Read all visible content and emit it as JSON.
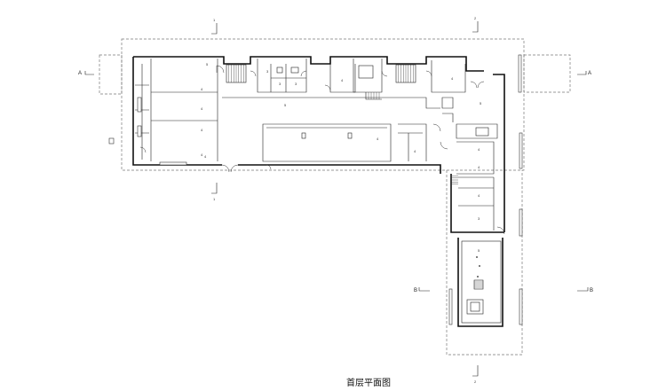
{
  "drawing": {
    "caption": "首层平面图",
    "section_marks": {
      "a_left": "A",
      "a_right": "A",
      "b_left": "B",
      "b_right": "B",
      "axis_1": "1",
      "axis_2": "2"
    },
    "room_tags": [
      "4",
      "4",
      "4",
      "4",
      "3",
      "3",
      "3",
      "4",
      "4",
      "5",
      "4",
      "4",
      "4",
      "4",
      "4",
      "3",
      "4",
      "5",
      "5",
      "5"
    ]
  },
  "colors": {
    "line": "#111111",
    "dash": "#777777",
    "background": "#ffffff"
  }
}
